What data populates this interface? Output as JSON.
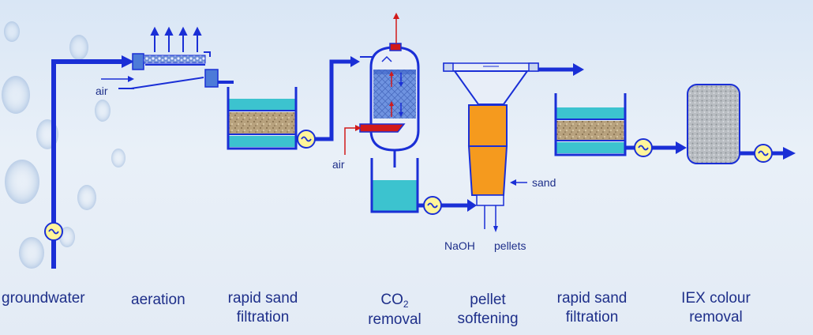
{
  "stages": {
    "groundwater": "groundwater",
    "aeration": "aeration",
    "rsf1_line1": "rapid sand",
    "rsf1_line2": "filtration",
    "co2_prefix": "CO",
    "co2_sub": "2",
    "co2_line2": "removal",
    "pellet_line1": "pellet",
    "pellet_line2": "softening",
    "rsf2_line1": "rapid sand",
    "rsf2_line2": "filtration",
    "iex_line1": "IEX colour",
    "iex_line2": "removal"
  },
  "annotations": {
    "air_aeration": "air",
    "air_co2": "air",
    "sand": "sand",
    "naoh": "NaOH",
    "pellets": "pellets"
  },
  "colors": {
    "pipe": "#1a2fd6",
    "water": "#3cc3cf",
    "sand_media": "#b8a27e",
    "pellet_reactor": "#f59a1e",
    "iex_resin": "#b9bdc2",
    "co2_packing": "#6f93e0",
    "gas_vent": "#d11a1a",
    "pump": "#fff59a",
    "text": "#1e2f8a"
  },
  "icons": [
    "pump-icon",
    "flow-arrow-icon",
    "air-vent-arrow-icon",
    "air-inlet-arrow-icon"
  ]
}
